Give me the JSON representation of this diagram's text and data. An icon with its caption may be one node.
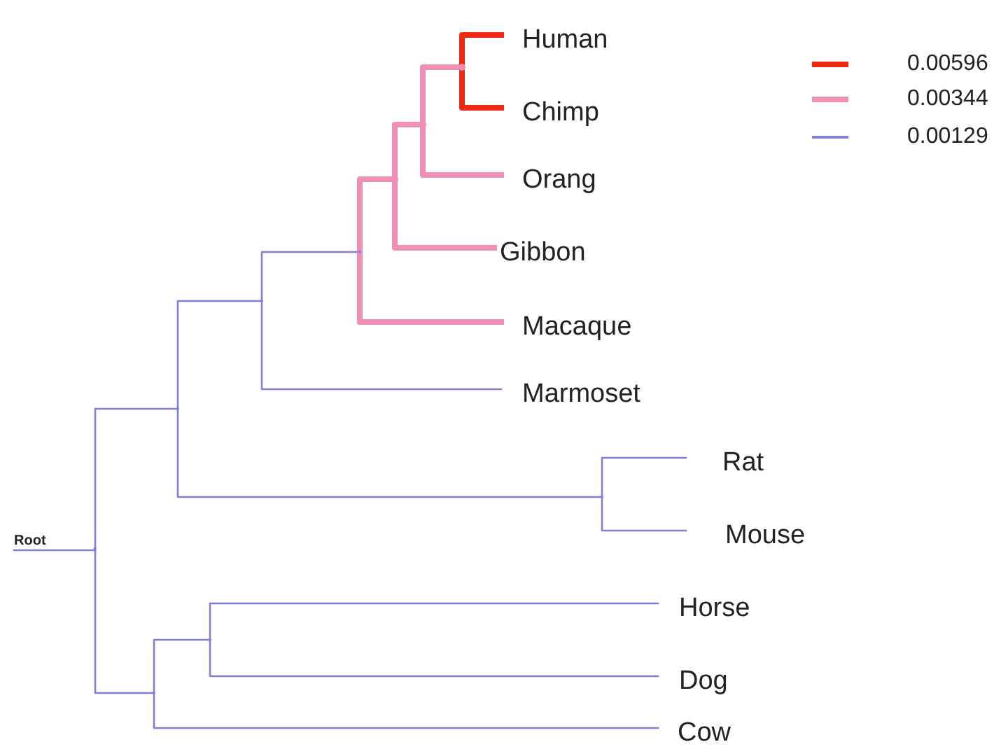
{
  "diagram": {
    "nodes": [
      {
        "text": [
          "Root"
        ]
      },
      {
        "text": [],
        "shape": "point"
      },
      {
        "text": [],
        "shape": "point"
      },
      {
        "text": [],
        "shape": "point"
      },
      {
        "text": [],
        "shape": "point"
      },
      {
        "text": [],
        "shape": "point"
      },
      {
        "text": [],
        "shape": "point"
      },
      {
        "text": [],
        "shape": "point"
      },
      {
        "text": [
          "Human"
        ]
      },
      {
        "text": [
          "Chimp"
        ]
      },
      {
        "text": [
          "Orang"
        ]
      },
      {
        "text": [
          "Gibbon"
        ]
      },
      {
        "text": [
          "Macaque"
        ]
      },
      {
        "text": [
          "Marmoset"
        ]
      },
      {
        "text": [],
        "shape": "point"
      },
      {
        "text": [
          "Rat"
        ]
      },
      {
        "text": [
          "Mouse"
        ]
      },
      {
        "text": [],
        "shape": "point"
      },
      {
        "text": [],
        "shape": "point"
      },
      {
        "text": [
          "Horse"
        ]
      },
      {
        "text": [
          "Dog"
        ]
      },
      {
        "text": [
          "Cow"
        ]
      }
    ],
    "edges": [
      {
        "from": 0,
        "to": 1,
        "arrow": "none"
      },
      {
        "from": 1,
        "to": 2,
        "arrow": "none"
      },
      {
        "from": 2,
        "to": 3,
        "arrow": "none"
      },
      {
        "from": 3,
        "to": 4,
        "arrow": "none"
      },
      {
        "from": 4,
        "to": 5,
        "arrow": "none",
        "style": "thick",
        "color": "#ef8fb5"
      },
      {
        "from": 5,
        "to": 6,
        "arrow": "none",
        "style": "thick",
        "color": "#ef8fb5"
      },
      {
        "from": 6,
        "to": 7,
        "arrow": "none",
        "style": "thick",
        "color": "#ef8fb5"
      },
      {
        "from": 7,
        "to": 8,
        "arrow": "none",
        "style": "thick",
        "color": "#ee2a10"
      },
      {
        "from": 7,
        "to": 9,
        "arrow": "none",
        "style": "thick",
        "color": "#ee2a10"
      },
      {
        "from": 6,
        "to": 10,
        "arrow": "none",
        "style": "thick",
        "color": "#ef8fb5"
      },
      {
        "from": 5,
        "to": 11,
        "arrow": "none",
        "style": "thick",
        "color": "#ef8fb5"
      },
      {
        "from": 4,
        "to": 12,
        "arrow": "none",
        "style": "thick",
        "color": "#ef8fb5"
      },
      {
        "from": 3,
        "to": 13,
        "arrow": "none"
      },
      {
        "from": 2,
        "to": 14,
        "arrow": "none"
      },
      {
        "from": 14,
        "to": 15,
        "arrow": "none"
      },
      {
        "from": 14,
        "to": 16,
        "arrow": "none"
      },
      {
        "from": 1,
        "to": 17,
        "arrow": "none"
      },
      {
        "from": 17,
        "to": 18,
        "arrow": "none"
      },
      {
        "from": 18,
        "to": 19,
        "arrow": "none"
      },
      {
        "from": 18,
        "to": 20,
        "arrow": "none"
      },
      {
        "from": 17,
        "to": 21,
        "arrow": "none"
      }
    ],
    "legend": [
      {
        "text": "0.00596",
        "color": "#ee2a10"
      },
      {
        "text": "0.00344",
        "color": "#ef8fb5"
      },
      {
        "text": "0.00129",
        "color": "#8080d8"
      }
    ]
  }
}
